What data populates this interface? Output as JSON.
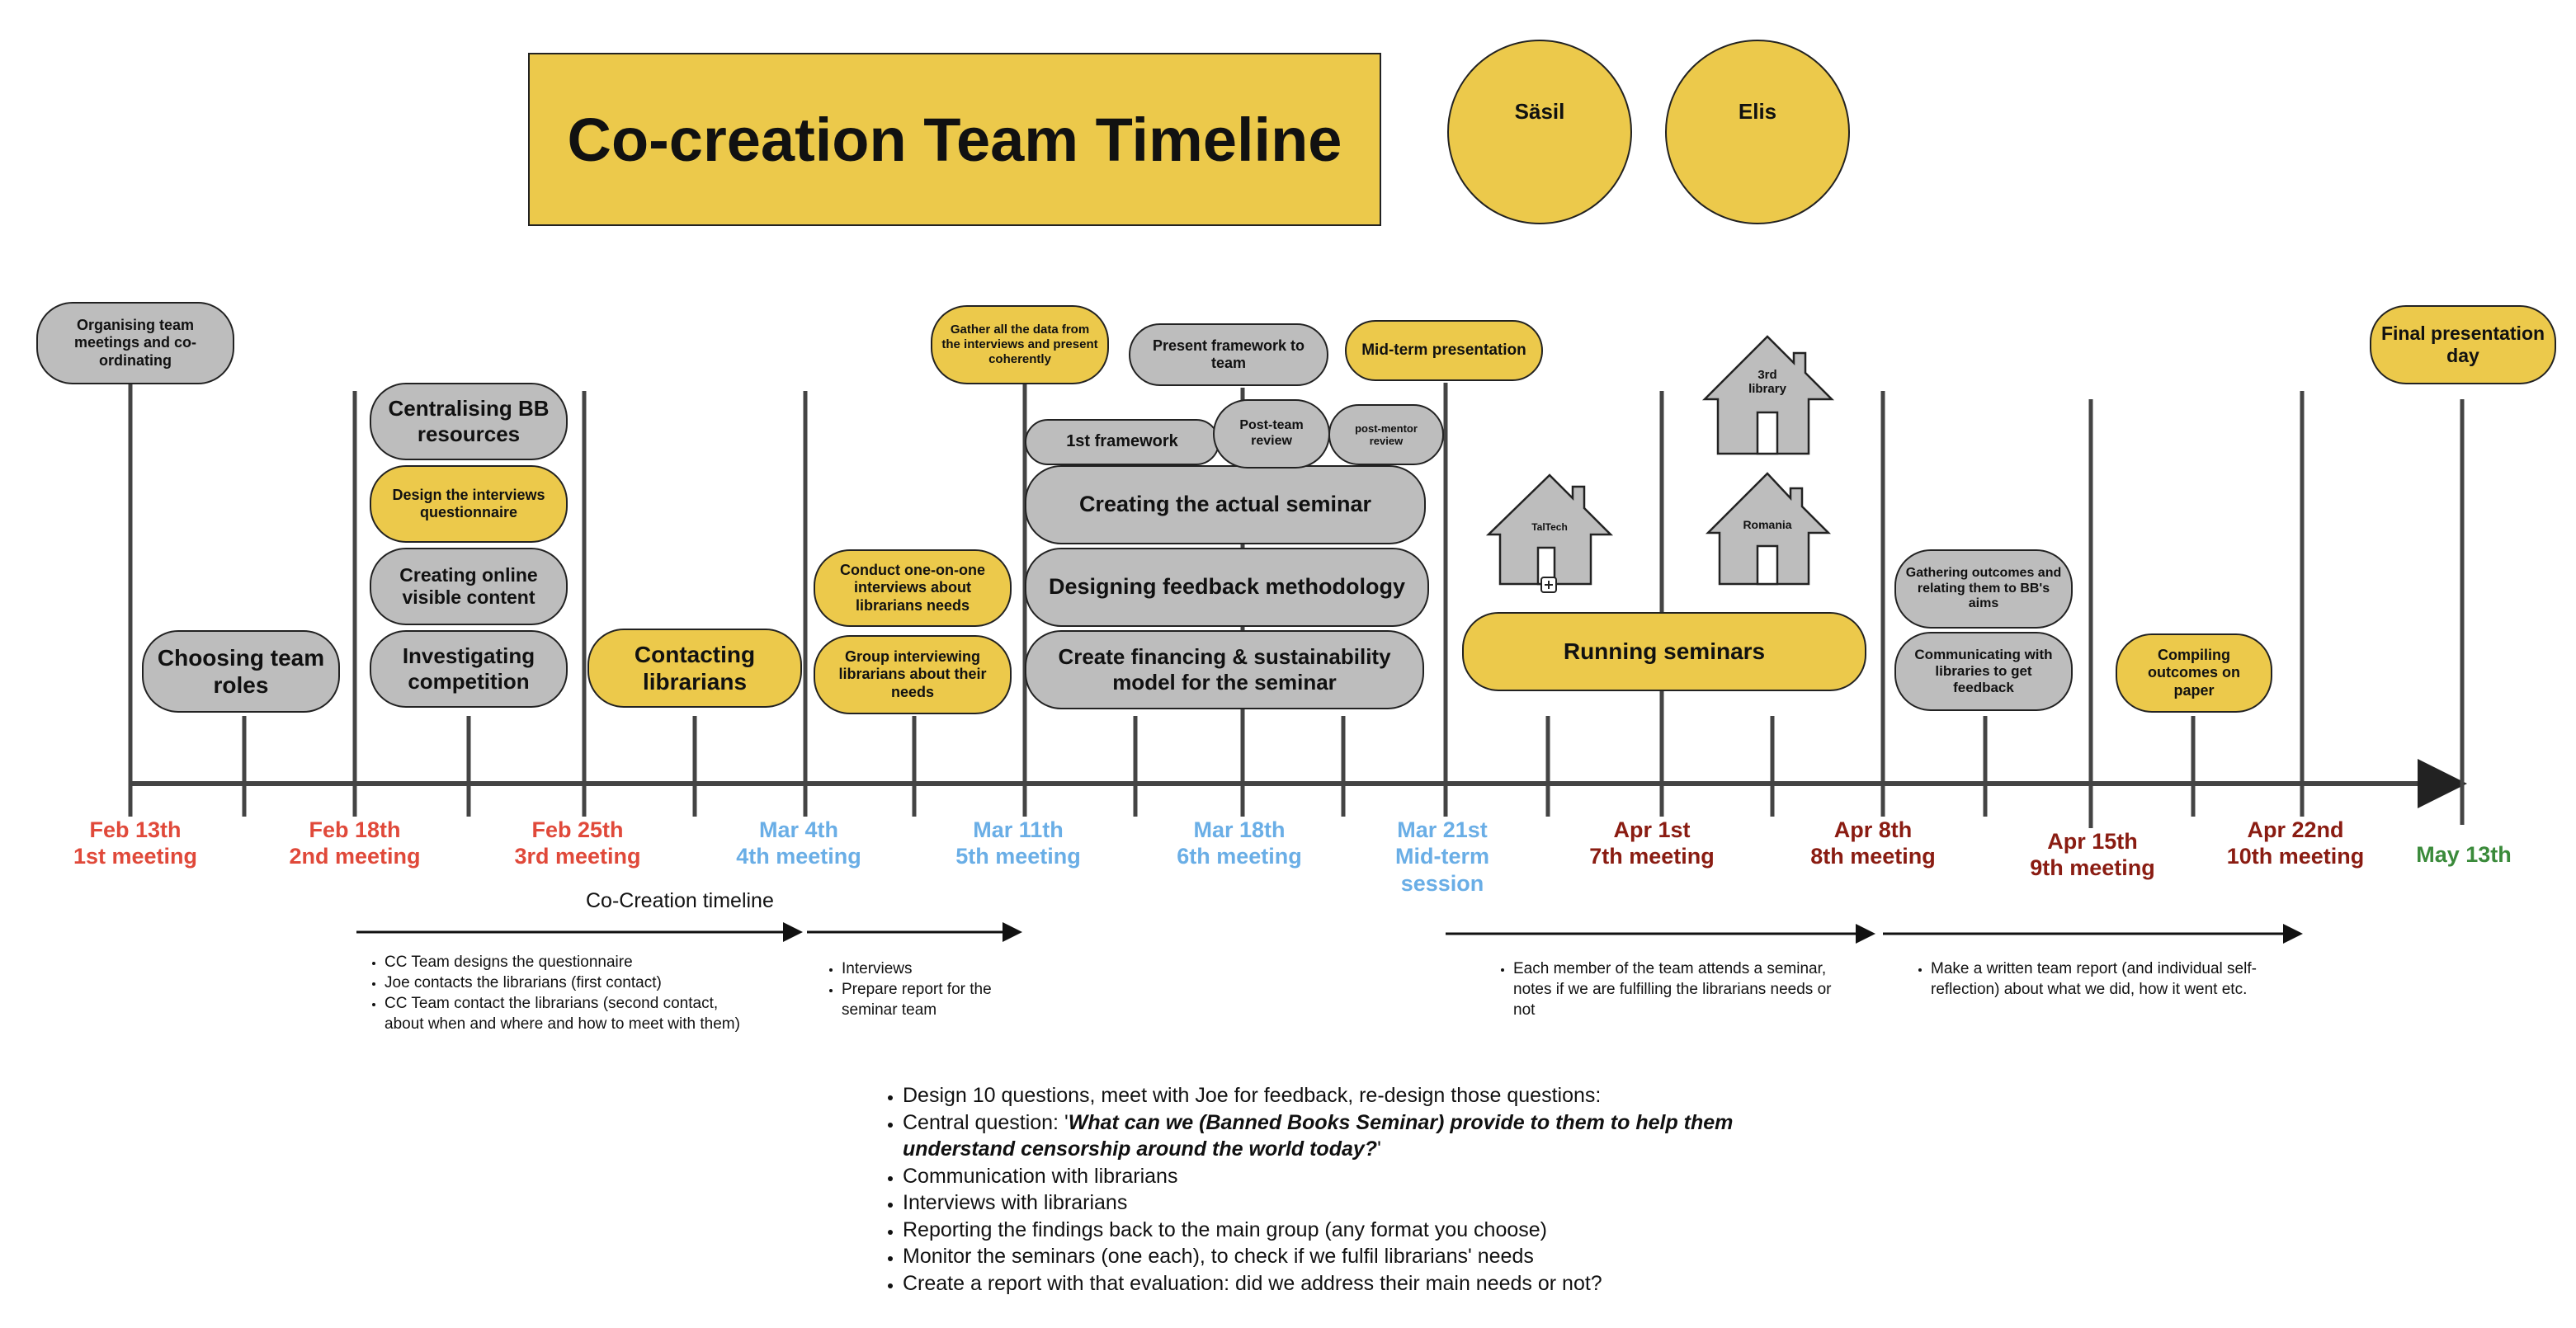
{
  "title": "Co-creation Team Timeline",
  "members": [
    "Säsil",
    "Elis"
  ],
  "colors": {
    "yellow": "#ecc94b",
    "gray": "#bdbdbd",
    "date_red": "#e0493a",
    "date_blue": "#6aaee6",
    "date_darkred": "#8a1c12",
    "date_green": "#3a8a3a"
  },
  "dates": [
    {
      "date": "Feb 13th",
      "meeting": "1st meeting",
      "color": "red"
    },
    {
      "date": "Feb 18th",
      "meeting": "2nd meeting",
      "color": "red"
    },
    {
      "date": "Feb 25th",
      "meeting": "3rd meeting",
      "color": "red"
    },
    {
      "date": "Mar 4th",
      "meeting": "4th meeting",
      "color": "blue"
    },
    {
      "date": "Mar 11th",
      "meeting": "5th meeting",
      "color": "blue"
    },
    {
      "date": "Mar 18th",
      "meeting": "6th meeting",
      "color": "blue"
    },
    {
      "date": "Mar 21st",
      "meeting": "Mid-term\nsession",
      "color": "blue"
    },
    {
      "date": "Apr 1st",
      "meeting": "7th meeting",
      "color": "darkred"
    },
    {
      "date": "Apr 8th",
      "meeting": "8th meeting",
      "color": "darkred"
    },
    {
      "date": "Apr 15th",
      "meeting": "9th meeting",
      "color": "darkred"
    },
    {
      "date": "Apr 22nd",
      "meeting": "10th meeting",
      "color": "darkred"
    },
    {
      "date": "May 13th",
      "meeting": "",
      "color": "green"
    }
  ],
  "tasks": {
    "organising": "Organising team meetings and co-ordinating",
    "choosing_roles": "Choosing team roles",
    "centralising": "Centralising BB resources",
    "design_questionnaire": "Design the interviews questionnaire",
    "online_content": "Creating online visible content",
    "investigating": "Investigating competition",
    "contacting": "Contacting librarians",
    "conduct_interviews": "Conduct one-on-one interviews about librarians needs",
    "group_interviewing": "Group interviewing librarians about their needs",
    "gather_data": "Gather all the data from the interviews and present coherently",
    "first_framework": "1st framework",
    "present_framework": "Present framework to team",
    "post_team_review": "Post-team review",
    "post_mentor_review": "post-mentor review",
    "creating_seminar": "Creating the actual seminar",
    "designing_feedback": "Designing feedback methodology",
    "financing_model": "Create financing & sustainability model for the seminar",
    "midterm_presentation": "Mid-term presentation",
    "running_seminars": "Running seminars",
    "gathering_outcomes": "Gathering outcomes and relating them to BB's aims",
    "communicating_libraries": "Communicating with libraries to get feedback",
    "compiling_outcomes": "Compiling outcomes on paper",
    "final_presentation": "Final presentation day"
  },
  "houses": {
    "taltech": "TalTech",
    "third_library": "3rd library",
    "romania": "Romania"
  },
  "timeline_label": "Co-Creation timeline",
  "notes": {
    "phase1": [
      "CC Team designs the questionnaire",
      "Joe contacts the librarians (first contact)",
      "CC Team contact the librarians (second contact, about when and where and how to meet with them)"
    ],
    "phase2": [
      "Interviews",
      "Prepare report for the seminar team"
    ],
    "phase3": [
      "Each member of the team attends a seminar, notes if we are fulfilling the librarians needs or not"
    ],
    "phase4": [
      "Make a written team report (and individual self-reflection) about what we did, how it went etc."
    ]
  },
  "bottom_list": {
    "item1": "Design 10 questions, meet with Joe for feedback, re-design those questions:",
    "item2_prefix": "Central question: '",
    "item2_bold": "What can we (Banned Books Seminar) provide to them to help them understand censorship around the world today?",
    "item2_suffix": "'",
    "item3": "Communication with librarians",
    "item4": "Interviews with librarians",
    "item5": "Reporting the findings back to the main group (any format you choose)",
    "item6": "Monitor the seminars (one each), to check if we fulfil librarians' needs",
    "item7": "Create a report with that evaluation: did we address their main needs or not?"
  }
}
